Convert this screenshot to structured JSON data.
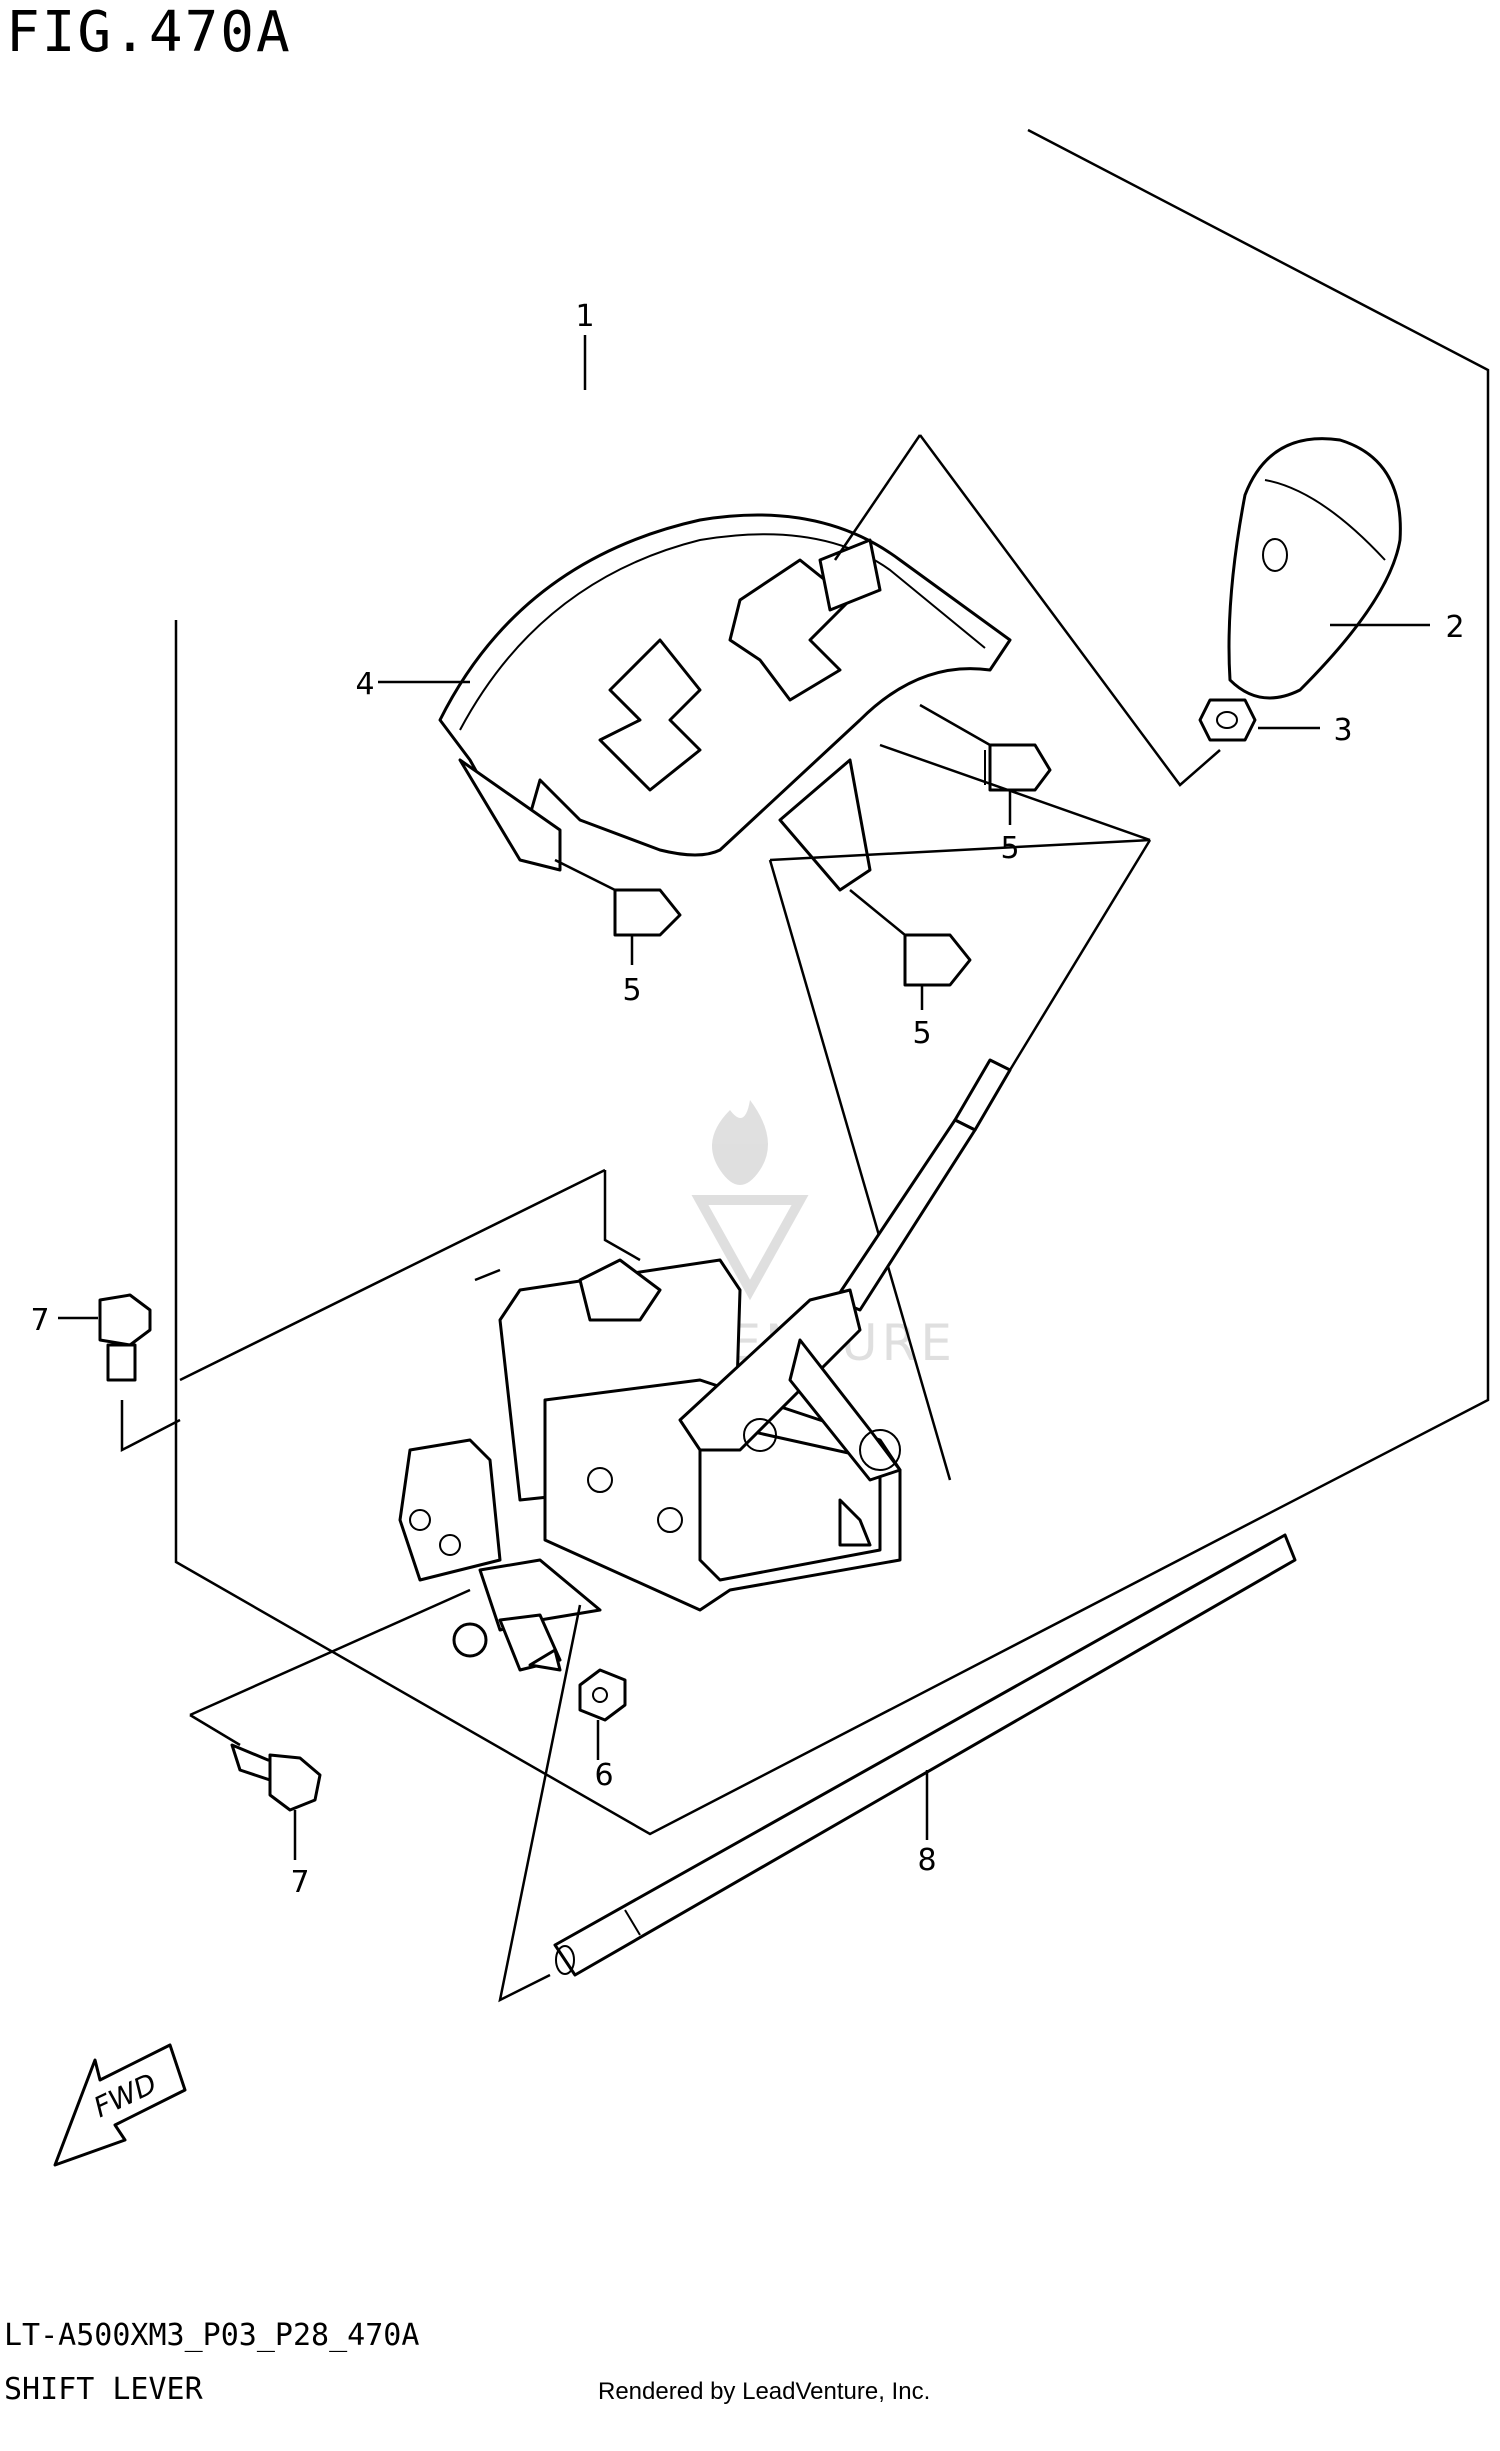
{
  "figure": {
    "title": "FIG.470A"
  },
  "footer": {
    "model_code": "LT-A500XM3_P03_P28_470A",
    "group_name": "SHIFT LEVER",
    "rendered_by": "Rendered by LeadVenture, Inc."
  },
  "callouts": [
    {
      "id": "1",
      "label": "1"
    },
    {
      "id": "2",
      "label": "2"
    },
    {
      "id": "3",
      "label": "3"
    },
    {
      "id": "4",
      "label": "4"
    },
    {
      "id": "5a",
      "label": "5"
    },
    {
      "id": "5b",
      "label": "5"
    },
    {
      "id": "5c",
      "label": "5"
    },
    {
      "id": "6",
      "label": "6"
    },
    {
      "id": "7a",
      "label": "7"
    },
    {
      "id": "7b",
      "label": "7"
    },
    {
      "id": "8",
      "label": "8"
    }
  ],
  "fwd_marker": {
    "label": "FWD"
  },
  "watermark": {
    "label": "LEADVENTURE"
  }
}
